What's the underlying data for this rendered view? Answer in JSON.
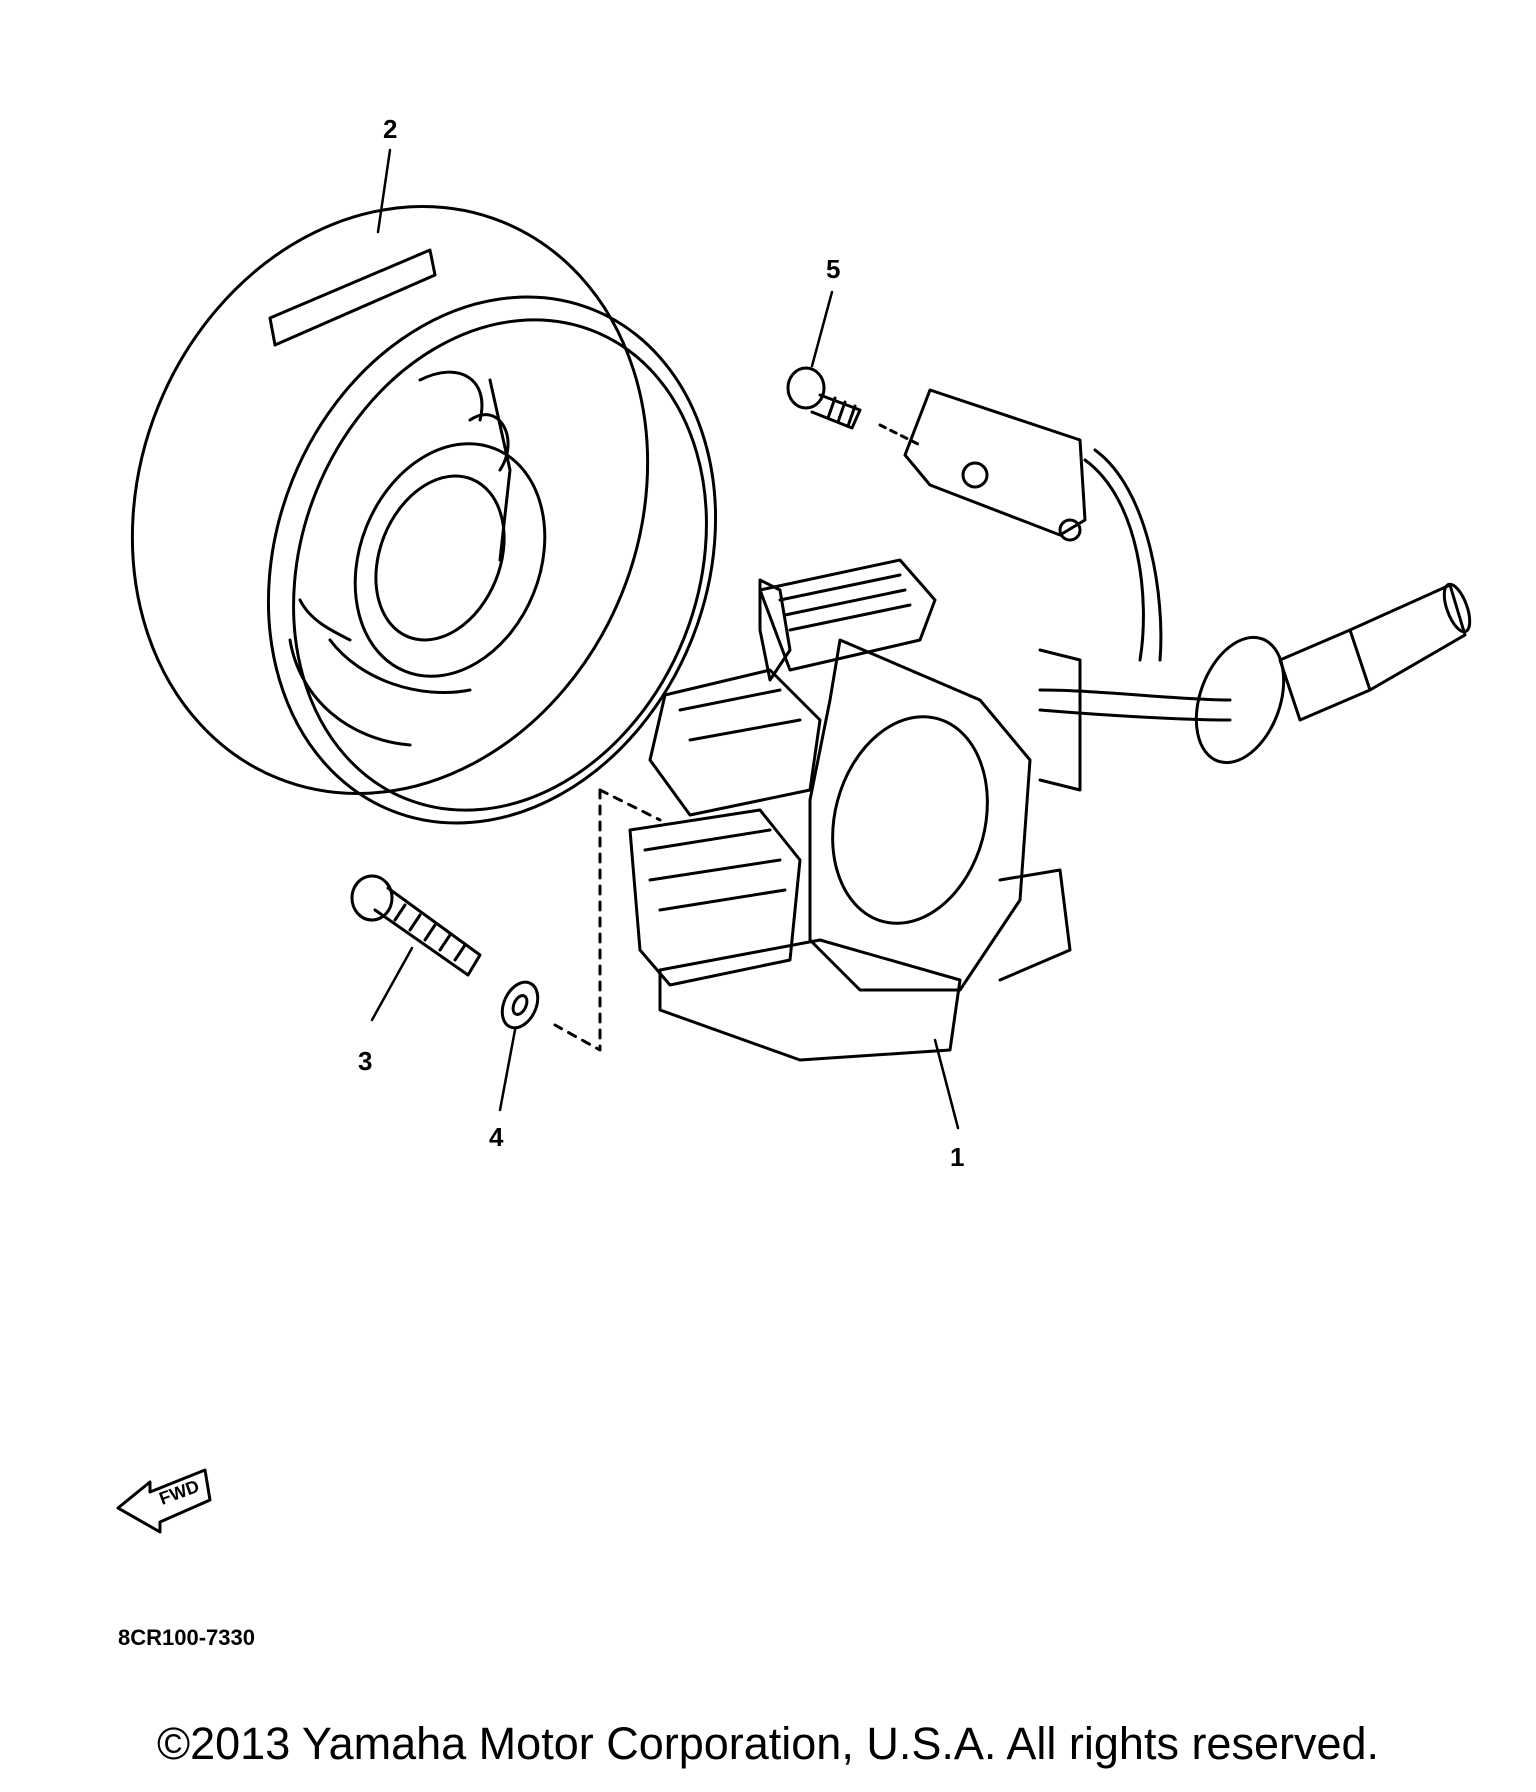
{
  "diagram": {
    "callouts": [
      {
        "id": "1",
        "label": "1"
      },
      {
        "id": "2",
        "label": "2"
      },
      {
        "id": "3",
        "label": "3"
      },
      {
        "id": "4",
        "label": "4"
      },
      {
        "id": "5",
        "label": "5"
      }
    ],
    "fwd_arrow_label": "FWD",
    "diagram_code": "8CR100-7330"
  },
  "footer": {
    "copyright": "©2013 Yamaha Motor Corporation, U.S.A. All rights reserved."
  }
}
